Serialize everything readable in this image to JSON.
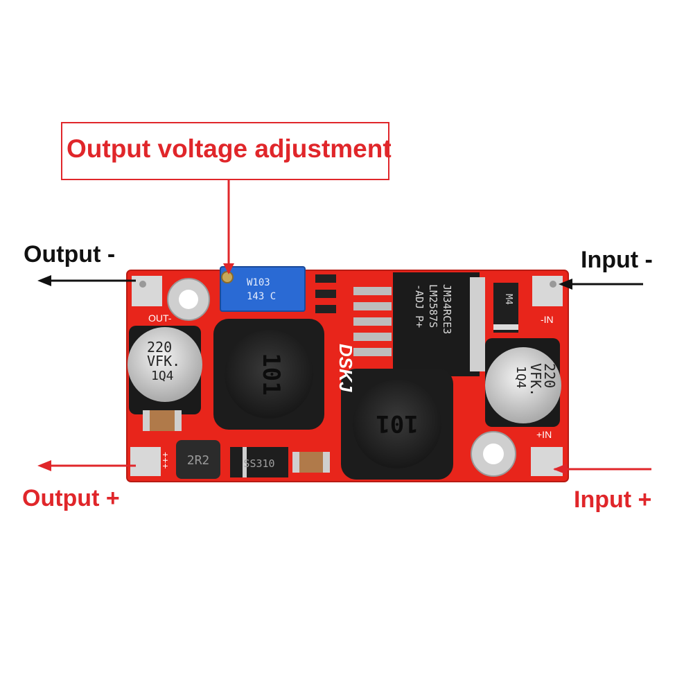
{
  "annotations": {
    "adjust_label": "Output voltage adjustment",
    "output_minus": "Output -",
    "output_plus": "Output +",
    "input_minus": "Input -",
    "input_plus": "Input +"
  },
  "board_markings": {
    "silk_out_minus": "OUT-",
    "silk_in_minus": "-IN",
    "silk_in_plus": "+IN",
    "silk_out_plus": "+++",
    "brand": "DSKJ",
    "pot_line1": "W103",
    "pot_line2": "143 C",
    "ic_line1": "JM34RCE3",
    "ic_line2": "LM2587S",
    "ic_line3": "-ADJ P+",
    "cap_line1": "220",
    "cap_line2": "VFK.",
    "cap_line3": "1Q4",
    "inductor_code": "101",
    "small_inductor_code": "2R2",
    "diode_code": "SS310",
    "m4_diode": "M4"
  },
  "colors": {
    "board_red": "#e8251b",
    "callout_red": "#e0262a",
    "arrow_black": "#111111",
    "pad_silver": "#d8d8d8",
    "pot_blue": "#2a6ad4"
  }
}
